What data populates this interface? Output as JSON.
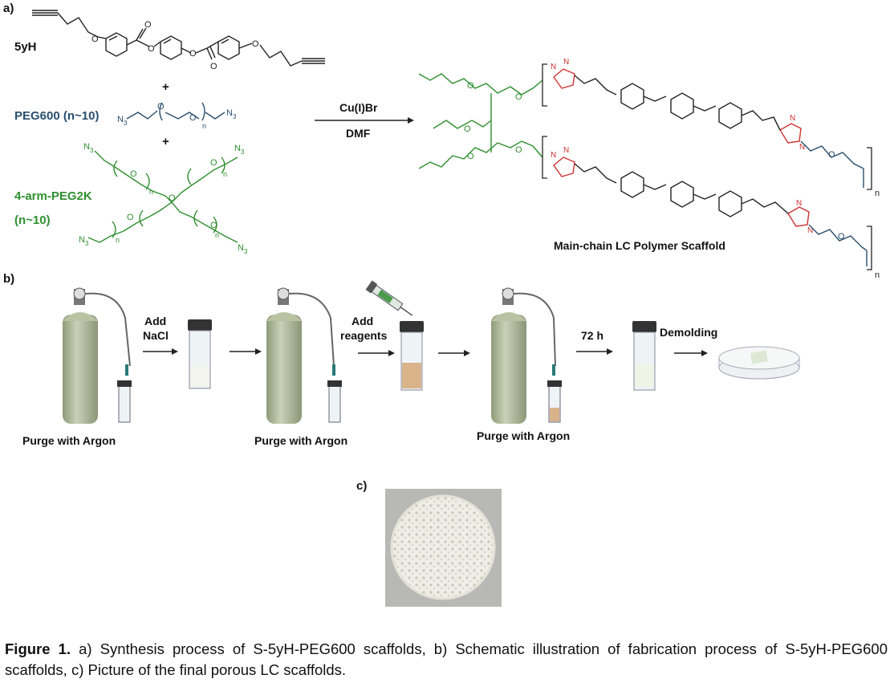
{
  "panel_a": {
    "label": "a)",
    "monomer": "5yH",
    "plus": "+",
    "crosslinker_linear": "PEG600 (n~10)",
    "crosslinker_star": "4-arm-PEG2K",
    "star_n": "(n~10)",
    "catalyst": "Cu(I)Br",
    "solvent": "DMF",
    "product": "Main-chain LC Polymer Scaffold",
    "azide": "N",
    "azide_sub": "3",
    "repeat_n": "n",
    "oxygen": "O",
    "triazole_n": "N",
    "bracket_n": "n",
    "colors": {
      "peg_linear": "#2a4f6e",
      "peg_star": "#2f8f2f",
      "triazole": "#d03030"
    }
  },
  "panel_b": {
    "label": "b)",
    "steps": {
      "purge_1": "Purge with Argon",
      "add_nacl_line1": "Add",
      "add_nacl_line2": "NaCl",
      "purge_2": "Purge with Argon",
      "add_reagents_line1": "Add",
      "add_reagents_line2": "reagents",
      "purge_3": "Purge with Argon",
      "time": "72 h",
      "demolding": "Demolding"
    }
  },
  "panel_c": {
    "label": "c)"
  },
  "caption": {
    "lead": "Figure 1.",
    "text": " a) Synthesis process of S-5yH-PEG600 scaffolds, b) Schematic illustration of fabrication process of S-5yH-PEG600 scaffolds, c) Picture of the final porous LC scaffolds."
  }
}
